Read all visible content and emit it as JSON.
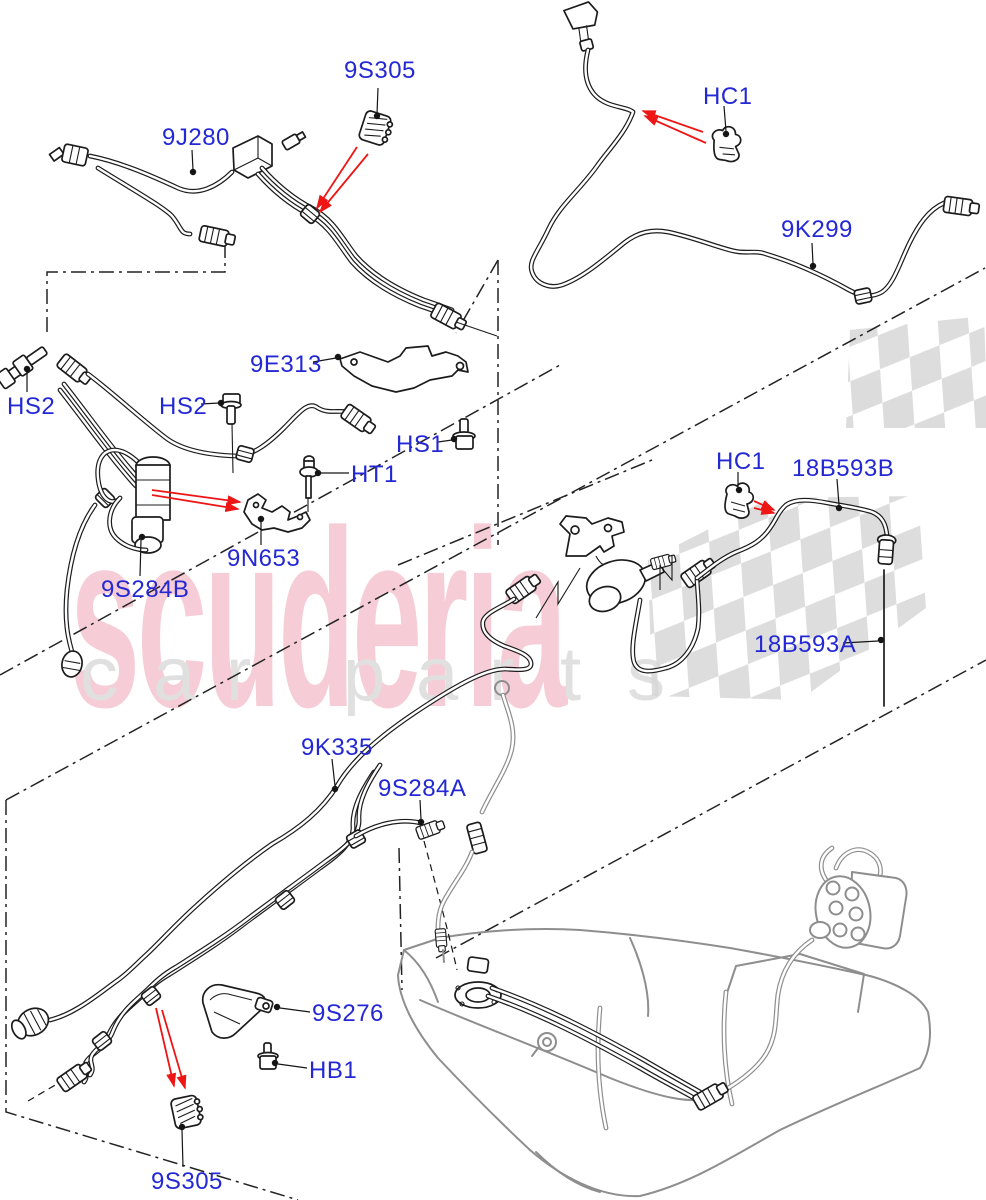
{
  "watermark": {
    "brand": "scuderia",
    "subtext": "car parts",
    "subtext_letters": [
      "c",
      "a",
      "r",
      "p",
      "a",
      "r",
      "t",
      "s"
    ],
    "brand_color": "#f6cdd6",
    "subtext_color": "#e0e0e0",
    "checker_color": "#d7d7d7"
  },
  "colors": {
    "label_blue": "#2328d4",
    "pointer_red": "#ee1515",
    "line_black": "#1c1c1c",
    "context_grey": "#8e8e8e"
  },
  "labels": [
    {
      "id": "s305-top",
      "text": "9S305"
    },
    {
      "id": "j280",
      "text": "9J280"
    },
    {
      "id": "hc1-top",
      "text": "HC1"
    },
    {
      "id": "k299",
      "text": "9K299"
    },
    {
      "id": "hs2-left",
      "text": "HS2"
    },
    {
      "id": "hs2-mid",
      "text": "HS2"
    },
    {
      "id": "e313",
      "text": "9E313"
    },
    {
      "id": "hs1",
      "text": "HS1"
    },
    {
      "id": "ht1",
      "text": "HT1"
    },
    {
      "id": "n653",
      "text": "9N653"
    },
    {
      "id": "s284b",
      "text": "9S284B"
    },
    {
      "id": "hc1-mid",
      "text": "HC1"
    },
    {
      "id": "b593b",
      "text": "18B593B"
    },
    {
      "id": "b593a",
      "text": "18B593A"
    },
    {
      "id": "k335",
      "text": "9K335"
    },
    {
      "id": "s284a",
      "text": "9S284A"
    },
    {
      "id": "s276",
      "text": "9S276"
    },
    {
      "id": "hb1",
      "text": "HB1"
    },
    {
      "id": "s305-bot",
      "text": "9S305"
    }
  ]
}
